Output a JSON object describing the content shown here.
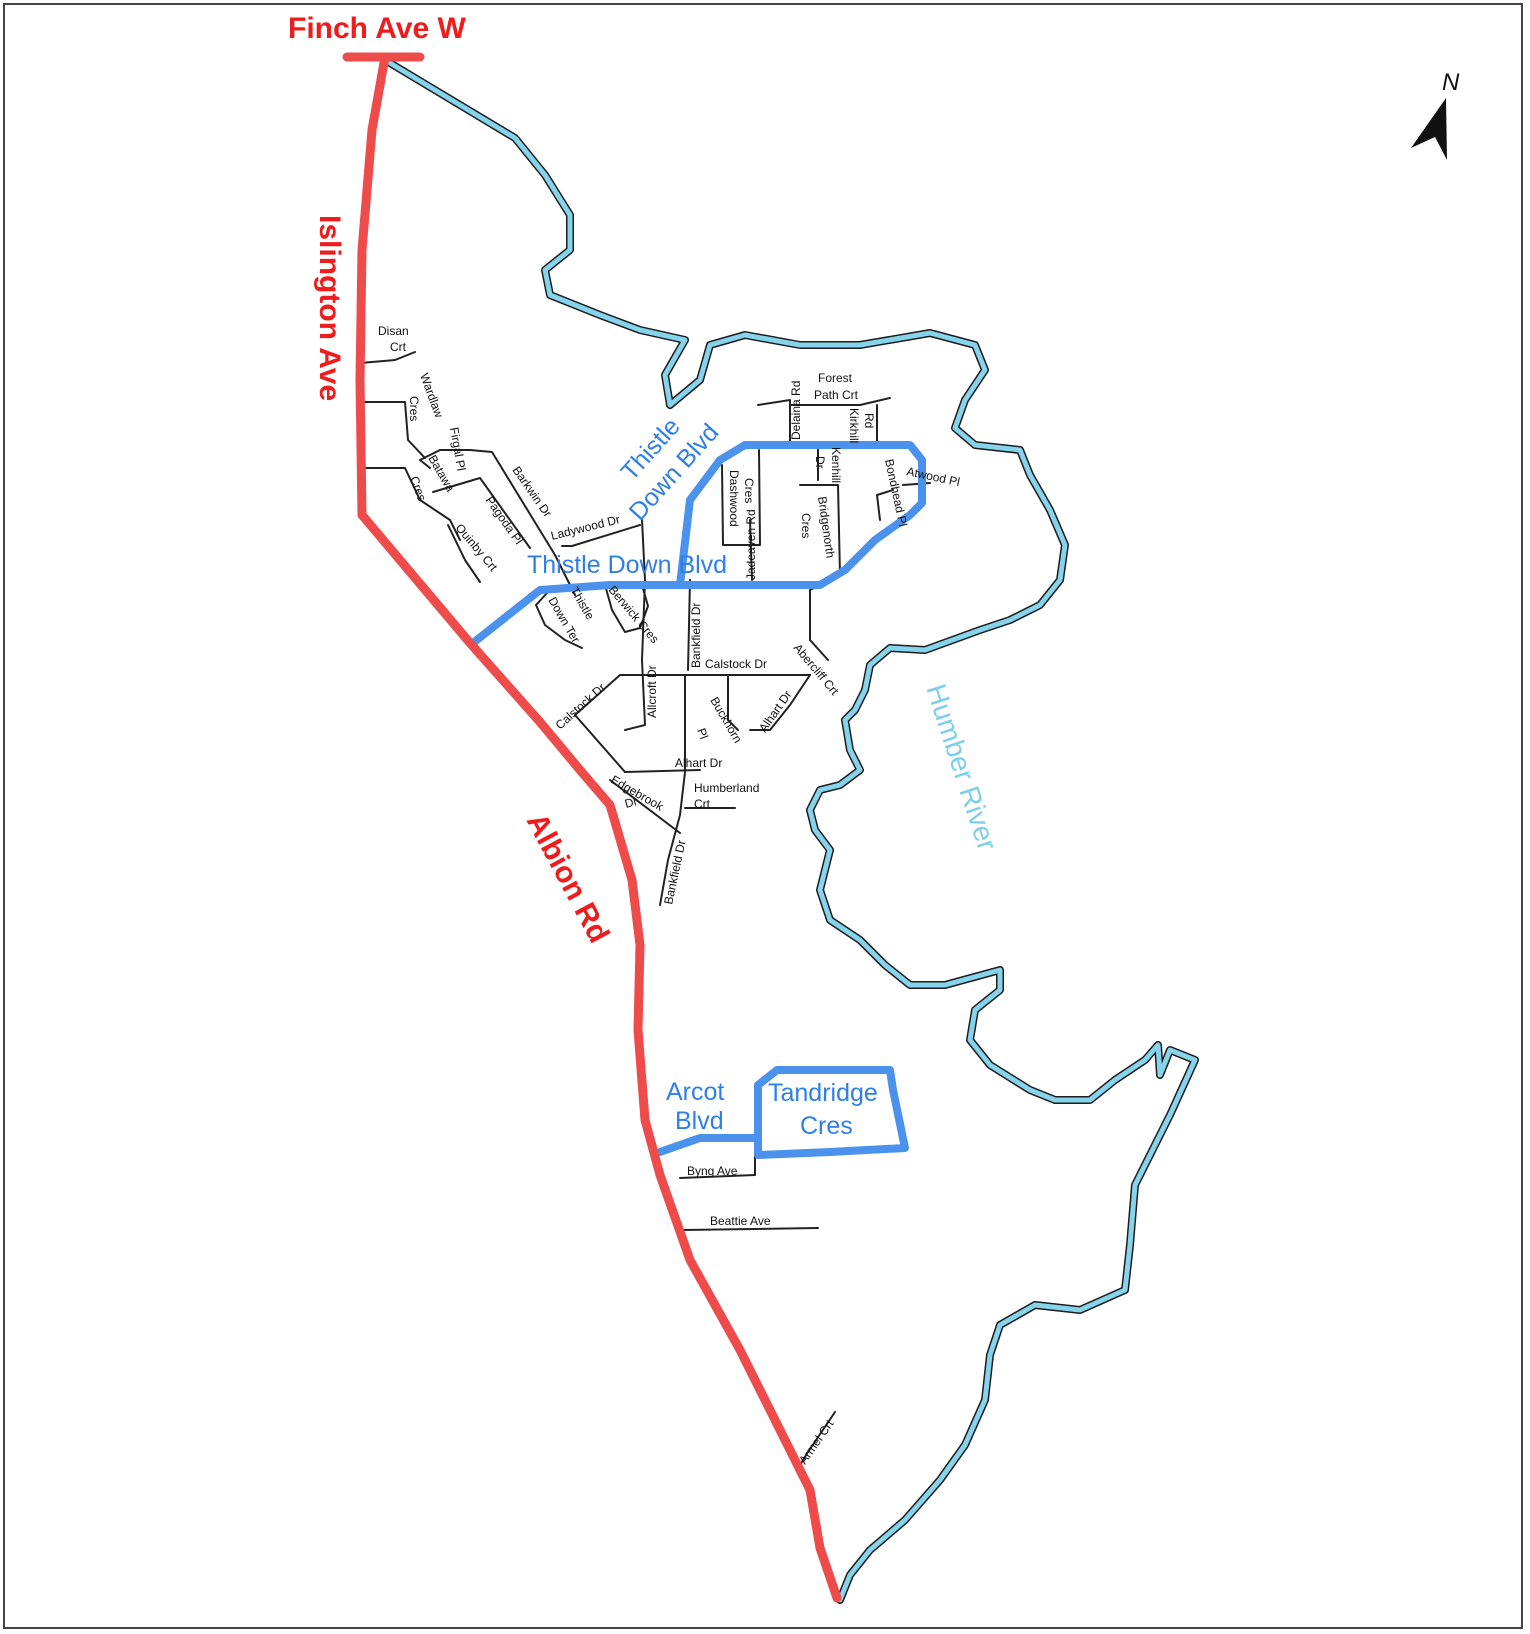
{
  "colors": {
    "major_road": "#ee4b4b",
    "major_label": "#ee1c1c",
    "featured_road": "#4a92ec",
    "featured_label": "#2e7fe8",
    "river": "#86d4ec",
    "river_label": "#7ccfea",
    "local_road": "#222222"
  },
  "north_arrow": {
    "label": "N",
    "icon": "north-arrow-icon"
  },
  "major_roads": {
    "finch": "Finch Ave W",
    "islington": "Islington Ave",
    "albion": "Albion Rd"
  },
  "featured_streets": {
    "thistle_down_diag_1": "Thistle",
    "thistle_down_diag_2": "Down Blvd",
    "thistle_down_main": "Thistle Down Blvd",
    "arcot_1": "Arcot",
    "arcot_2": "Blvd",
    "tandridge_1": "Tandridge",
    "tandridge_2": "Cres"
  },
  "river": {
    "label": "Humber River"
  },
  "local_streets": {
    "disan_1": "Disan",
    "disan_2": "Crt",
    "wardlaw_1": "Wardlaw",
    "wardlaw_2": "Cres",
    "firgal": "Firgal Pl",
    "batawa_1": "Batawa",
    "batawa_2": "Cres",
    "barkwin": "Barkwin Dr",
    "pagoda": "Pagoda Pl",
    "quinby": "Quinby Crt",
    "ladywood": "Ladywood Dr",
    "thistle_ter_1": "Thistle",
    "thistle_ter_2": "Down Ter",
    "berwick": "Berwick Cres",
    "delaina": "Delaina Rd",
    "forest_path_1": "Forest",
    "forest_path_2": "Path Crt",
    "kirkhill_1": "Kirkhill",
    "kirkhill_2": "Rd",
    "kenhill_1": "Kenhill",
    "kenhill_2": "Dr",
    "dashwood_1": "Dashwood",
    "dashwood_2": "Cres",
    "bondhead": "Bondhead Pl",
    "atwood": "Atwood Pl",
    "bridgenorth_1": "Bridgenorth",
    "bridgenorth_2": "Cres",
    "jadeaven": "Jadeaven Rd",
    "bankfield_north": "Bankfield Dr",
    "calstock_east": "Calstock Dr",
    "abercliff": "Abercliff Crt",
    "calstock_west": "Calstock Dr",
    "allcroft": "Allcroft Dr",
    "buckhorn_1": "Buckhorn",
    "buckhorn_2": "Pl",
    "alhart_diag": "Alhart Dr",
    "alhart": "Alhart Dr",
    "edgebrook_1": "Edgebrook",
    "edgebrook_2": "Dr",
    "humberland_1": "Humberland",
    "humberland_2": "Crt",
    "bankfield_south": "Bankfield Dr",
    "byng": "Byng Ave",
    "beattie": "Beattie Ave",
    "armel": "Armel Crt"
  }
}
